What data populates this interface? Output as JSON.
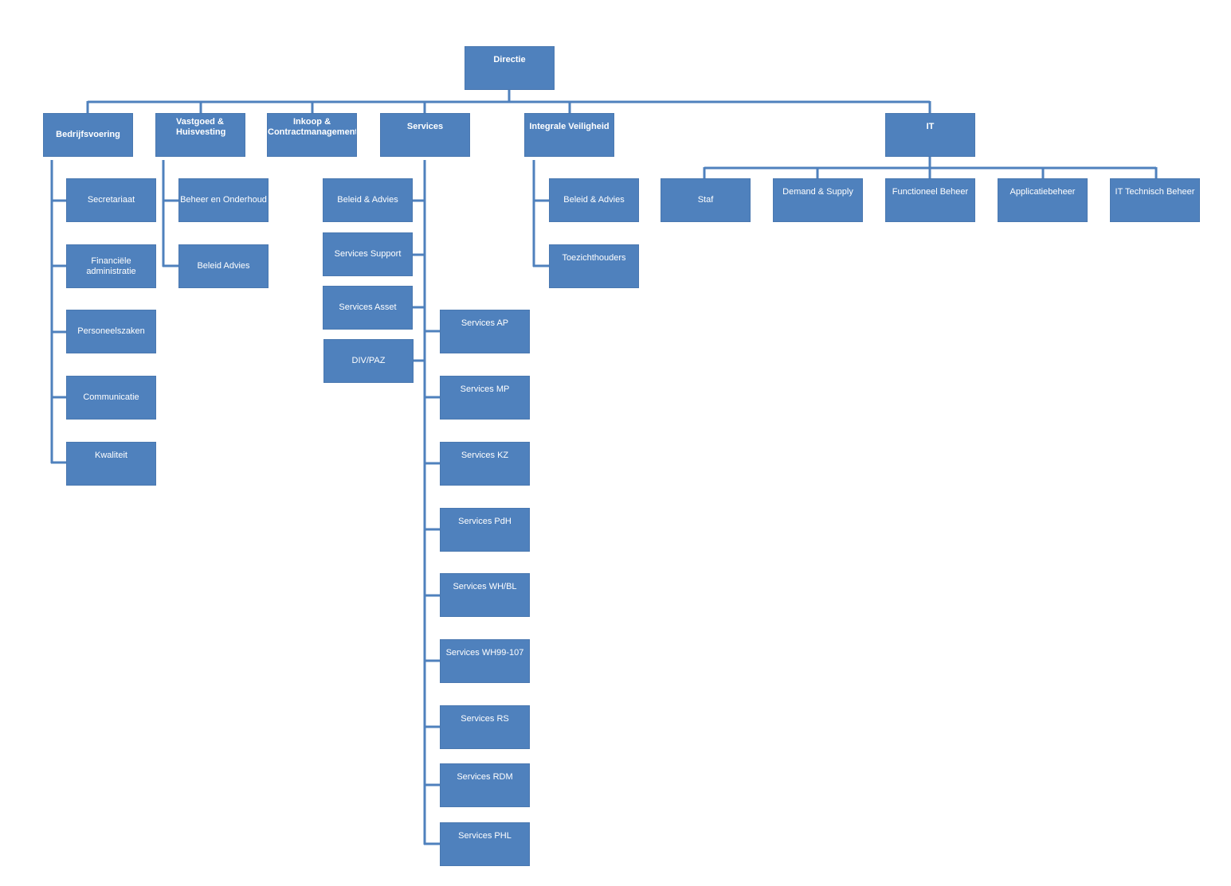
{
  "colors": {
    "box_fill": "#4f81bd",
    "connector": "#4f81bd",
    "text": "#ffffff"
  },
  "root": "Directie",
  "departments": {
    "bedrijfsvoering": {
      "label": "Bedrijfsvoering",
      "children": [
        "Secretariaat",
        "Financiële administratie",
        "Personeelszaken",
        "Communicatie",
        "Kwaliteit"
      ]
    },
    "vastgoed": {
      "label": "Vastgoed & Huisvesting",
      "children": [
        "Beheer en Onderhoud",
        "Beleid Advies"
      ]
    },
    "inkoop": {
      "label": "Inkoop & Contractmanagement",
      "children": []
    },
    "services": {
      "label": "Services",
      "left_children": [
        "Beleid & Advies",
        "Services Support",
        "Services Asset",
        "DIV/PAZ"
      ],
      "right_children": [
        "Services AP",
        "Services MP",
        "Services KZ",
        "Services PdH",
        "Services WH/BL",
        "Services WH99-107",
        "Services RS",
        "Services RDM",
        "Services PHL"
      ]
    },
    "veiligheid": {
      "label": "Integrale Veiligheid",
      "children": [
        "Beleid & Advies",
        "Toezichthouders"
      ]
    },
    "it": {
      "label": "IT",
      "children": [
        "Staf",
        "Demand & Supply",
        "Functioneel Beheer",
        "Applicatiebeheer",
        "IT Technisch Beheer"
      ]
    }
  }
}
